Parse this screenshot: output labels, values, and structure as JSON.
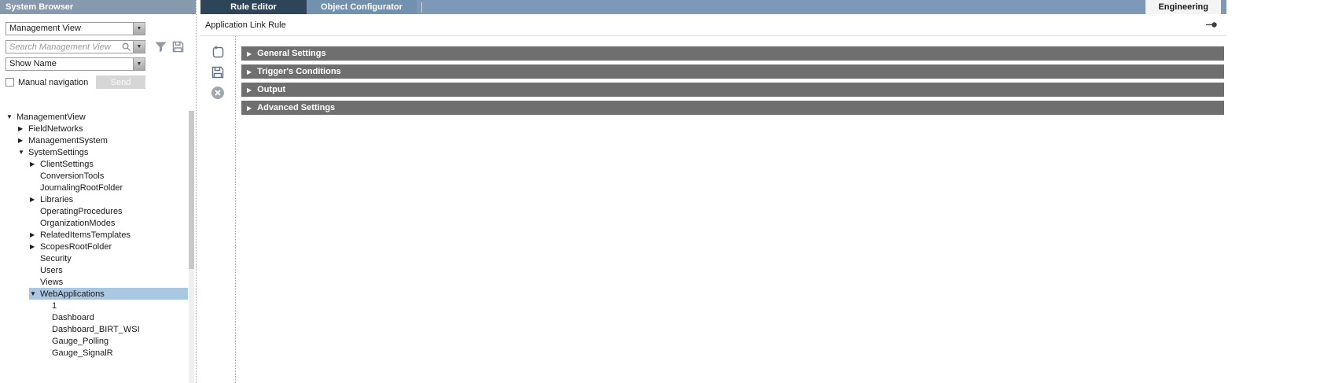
{
  "colors": {
    "topbar": "#7D99B7",
    "sidebar_header": "#8699AD",
    "active_tab": "#2E4559",
    "inactive_tab": "#7291AF",
    "tree_selection": "#A9C7E2",
    "section_bar": "#6F6F6F",
    "engineering_bg": "#F4F4F4"
  },
  "sidebar": {
    "title": "System Browser",
    "view_selector": {
      "value": "Management View"
    },
    "search": {
      "placeholder": "Search Management View"
    },
    "display_selector": {
      "value": "Show Name"
    },
    "manual_navigation_label": "Manual navigation",
    "send_button_label": "Send",
    "icons": [
      "search-icon",
      "chevron-down-icon",
      "filter-icon",
      "save-icon"
    ],
    "tree": [
      {
        "label": "ManagementView",
        "level": 0,
        "state": "expanded",
        "selected": false
      },
      {
        "label": "FieldNetworks",
        "level": 1,
        "state": "collapsed",
        "selected": false
      },
      {
        "label": "ManagementSystem",
        "level": 1,
        "state": "collapsed",
        "selected": false
      },
      {
        "label": "SystemSettings",
        "level": 1,
        "state": "expanded",
        "selected": false
      },
      {
        "label": "ClientSettings",
        "level": 2,
        "state": "collapsed",
        "selected": false
      },
      {
        "label": "ConversionTools",
        "level": 2,
        "state": "leaf",
        "selected": false
      },
      {
        "label": "JournalingRootFolder",
        "level": 2,
        "state": "leaf",
        "selected": false
      },
      {
        "label": "Libraries",
        "level": 2,
        "state": "collapsed",
        "selected": false
      },
      {
        "label": "OperatingProcedures",
        "level": 2,
        "state": "leaf",
        "selected": false
      },
      {
        "label": "OrganizationModes",
        "level": 2,
        "state": "leaf",
        "selected": false
      },
      {
        "label": "RelatedItemsTemplates",
        "level": 2,
        "state": "collapsed",
        "selected": false
      },
      {
        "label": "ScopesRootFolder",
        "level": 2,
        "state": "collapsed",
        "selected": false
      },
      {
        "label": "Security",
        "level": 2,
        "state": "leaf",
        "selected": false
      },
      {
        "label": "Users",
        "level": 2,
        "state": "leaf",
        "selected": false
      },
      {
        "label": "Views",
        "level": 2,
        "state": "leaf",
        "selected": false
      },
      {
        "label": "WebApplications",
        "level": 2,
        "state": "expanded",
        "selected": true
      },
      {
        "label": "1",
        "level": 3,
        "state": "leaf",
        "selected": false
      },
      {
        "label": "Dashboard",
        "level": 3,
        "state": "leaf",
        "selected": false
      },
      {
        "label": "Dashboard_BIRT_WSI",
        "level": 3,
        "state": "leaf",
        "selected": false
      },
      {
        "label": "Gauge_Polling",
        "level": 3,
        "state": "leaf",
        "selected": false
      },
      {
        "label": "Gauge_SignalR",
        "level": 3,
        "state": "leaf",
        "selected": false
      }
    ]
  },
  "tabs": [
    {
      "label": "Rule Editor",
      "active": true
    },
    {
      "label": "Object Configurator",
      "active": false
    }
  ],
  "mode_button": "Engineering",
  "editor": {
    "title": "Application Link Rule",
    "toolbar_icons": [
      "refresh-icon",
      "save-icon",
      "delete-icon"
    ],
    "header_icon": "link-node-icon",
    "sections": [
      "General Settings",
      "Trigger's Conditions",
      "Output",
      "Advanced Settings"
    ]
  }
}
